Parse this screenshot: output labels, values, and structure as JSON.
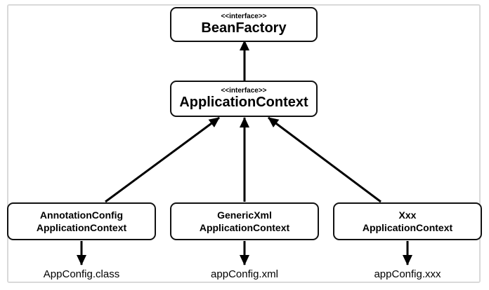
{
  "nodes": {
    "bean_factory": {
      "stereotype": "<<interface>>",
      "title": "BeanFactory"
    },
    "application_context": {
      "stereotype": "<<interface>>",
      "title": "ApplicationContext"
    },
    "annotation_config": {
      "line1": "AnnotationConfig",
      "line2": "ApplicationContext",
      "config": "AppConfig.class"
    },
    "generic_xml": {
      "line1": "GenericXml",
      "line2": "ApplicationContext",
      "config": "appConfig.xml"
    },
    "xxx": {
      "line1": "Xxx",
      "line2": "ApplicationContext",
      "config": "appConfig.xxx"
    }
  }
}
